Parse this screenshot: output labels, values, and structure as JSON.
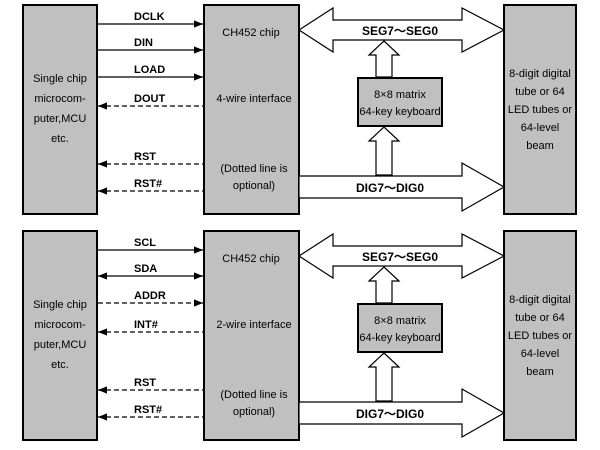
{
  "panels": [
    {
      "mcu_lines": [
        "Single chip",
        "microcom-",
        "puter,MCU",
        "etc."
      ],
      "chip_title": "CH452 chip",
      "chip_interface": "4-wire interface",
      "chip_note_lines": [
        "(Dotted line is",
        "optional)"
      ],
      "keyboard_lines": [
        "8×8 matrix",
        "64-key keyboard"
      ],
      "display_lines": [
        "8-digit digital",
        "tube or 64",
        "LED tubes or",
        "64-level",
        "beam"
      ],
      "seg_bus": "SEG7～SEG0",
      "dig_bus": "DIG7～DIG0",
      "signals": [
        {
          "label": "DCLK",
          "dir": "right",
          "style": "solid"
        },
        {
          "label": "DIN",
          "dir": "right",
          "style": "solid"
        },
        {
          "label": "LOAD",
          "dir": "right",
          "style": "solid"
        },
        {
          "label": "DOUT",
          "dir": "left",
          "style": "dashed"
        },
        {
          "label": "RST",
          "dir": "left",
          "style": "dashed"
        },
        {
          "label": "RST#",
          "dir": "left",
          "style": "dashed"
        }
      ]
    },
    {
      "mcu_lines": [
        "Single chip",
        "microcom-",
        "puter,MCU",
        "etc."
      ],
      "chip_title": "CH452 chip",
      "chip_interface": "2-wire interface",
      "chip_note_lines": [
        "(Dotted line is",
        "optional)"
      ],
      "keyboard_lines": [
        "8×8 matrix",
        "64-key keyboard"
      ],
      "display_lines": [
        "8-digit digital",
        "tube or 64",
        "LED tubes or",
        "64-level",
        "beam"
      ],
      "seg_bus": "SEG7～SEG0",
      "dig_bus": "DIG7～DIG0",
      "signals": [
        {
          "label": "SCL",
          "dir": "right",
          "style": "solid"
        },
        {
          "label": "SDA",
          "dir": "both",
          "style": "solid"
        },
        {
          "label": "ADDR",
          "dir": "right",
          "style": "dashed"
        },
        {
          "label": "INT#",
          "dir": "left",
          "style": "dashed"
        },
        {
          "label": "RST",
          "dir": "left",
          "style": "dashed"
        },
        {
          "label": "RST#",
          "dir": "left",
          "style": "dashed"
        }
      ]
    }
  ],
  "colors": {
    "box_fill": "#c0c0c0",
    "stroke": "#000000",
    "arrow_fill": "#ffffff"
  }
}
